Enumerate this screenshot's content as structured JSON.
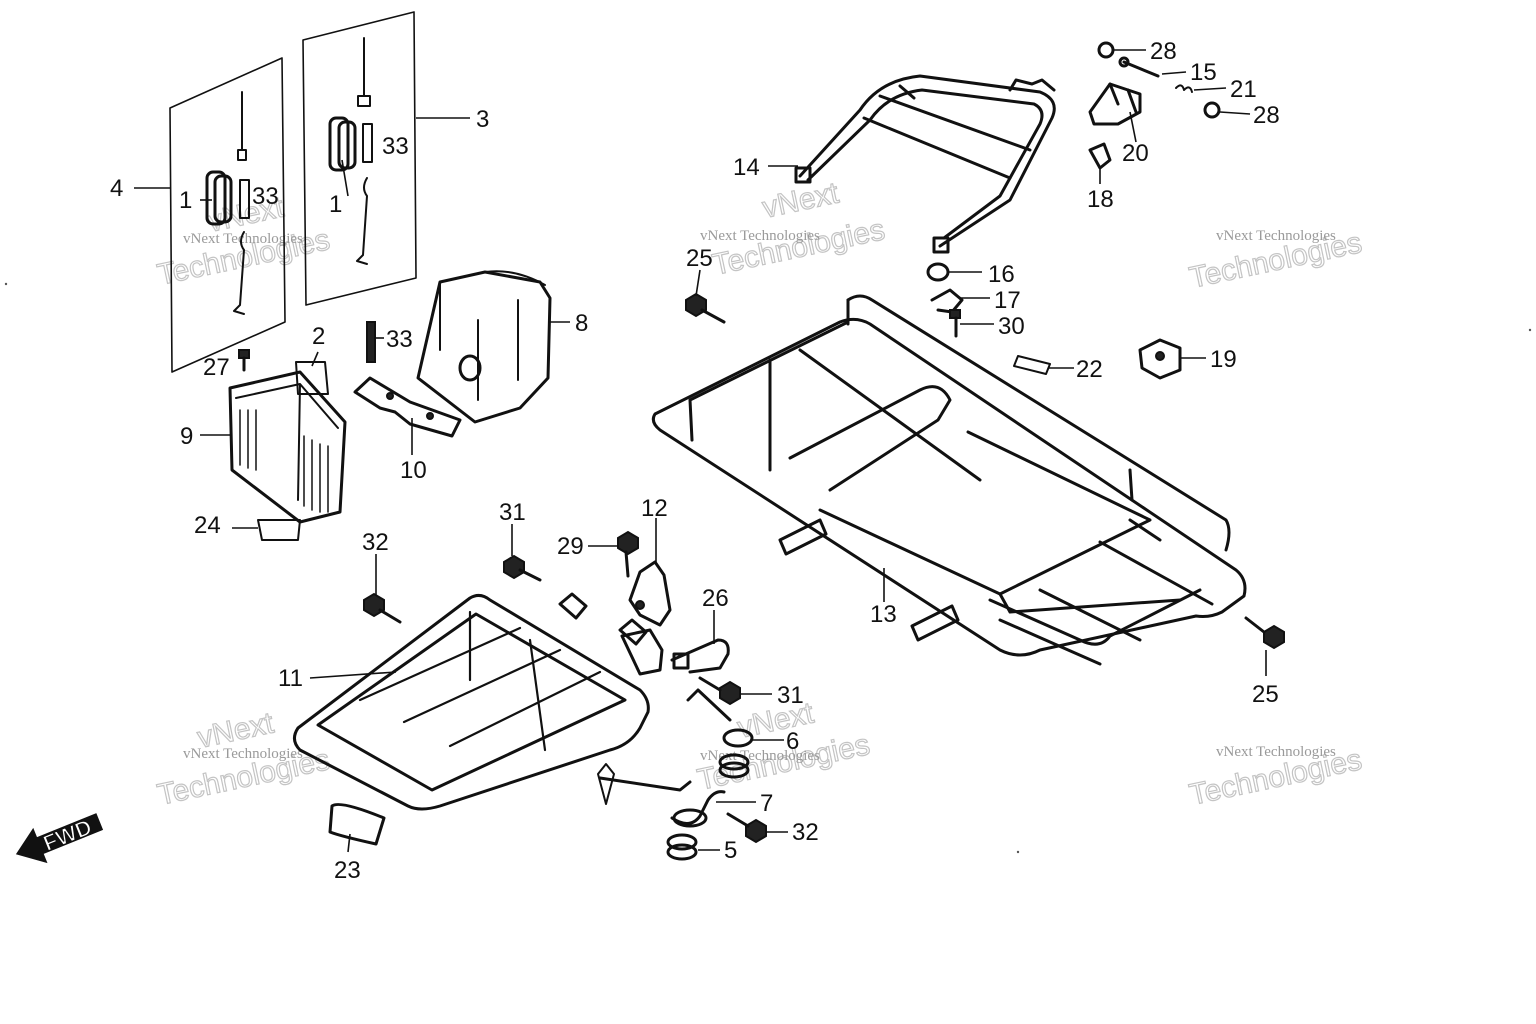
{
  "callouts": {
    "c1a": "1",
    "c1b": "1",
    "c2": "2",
    "c3": "3",
    "c4": "4",
    "c5a": "5",
    "c6": "6",
    "c7": "7",
    "c8": "8",
    "c9": "9",
    "c10": "10",
    "c11": "11",
    "c12": "12",
    "c13": "13",
    "c14": "14",
    "c15": "15",
    "c16": "16",
    "c17": "17",
    "c18": "18",
    "c19": "19",
    "c20": "20",
    "c21": "21",
    "c22": "22",
    "c23": "23",
    "c24": "24",
    "c25a": "25",
    "c25b": "25",
    "c26": "26",
    "c27": "27",
    "c28a": "28",
    "c28b": "28",
    "c29": "29",
    "c30": "30",
    "c31a": "31",
    "c31b": "31",
    "c32a": "32",
    "c32b": "32",
    "c33a": "33",
    "c33b": "33",
    "c33c": "33"
  },
  "watermark": {
    "line1": "vNext Technologies",
    "line2": "Technologies",
    "line3": "vNext"
  },
  "direction_label": "FWD",
  "colors": {
    "ink": "#111111",
    "watermark": "#9a9a9a",
    "background": "#ffffff"
  }
}
